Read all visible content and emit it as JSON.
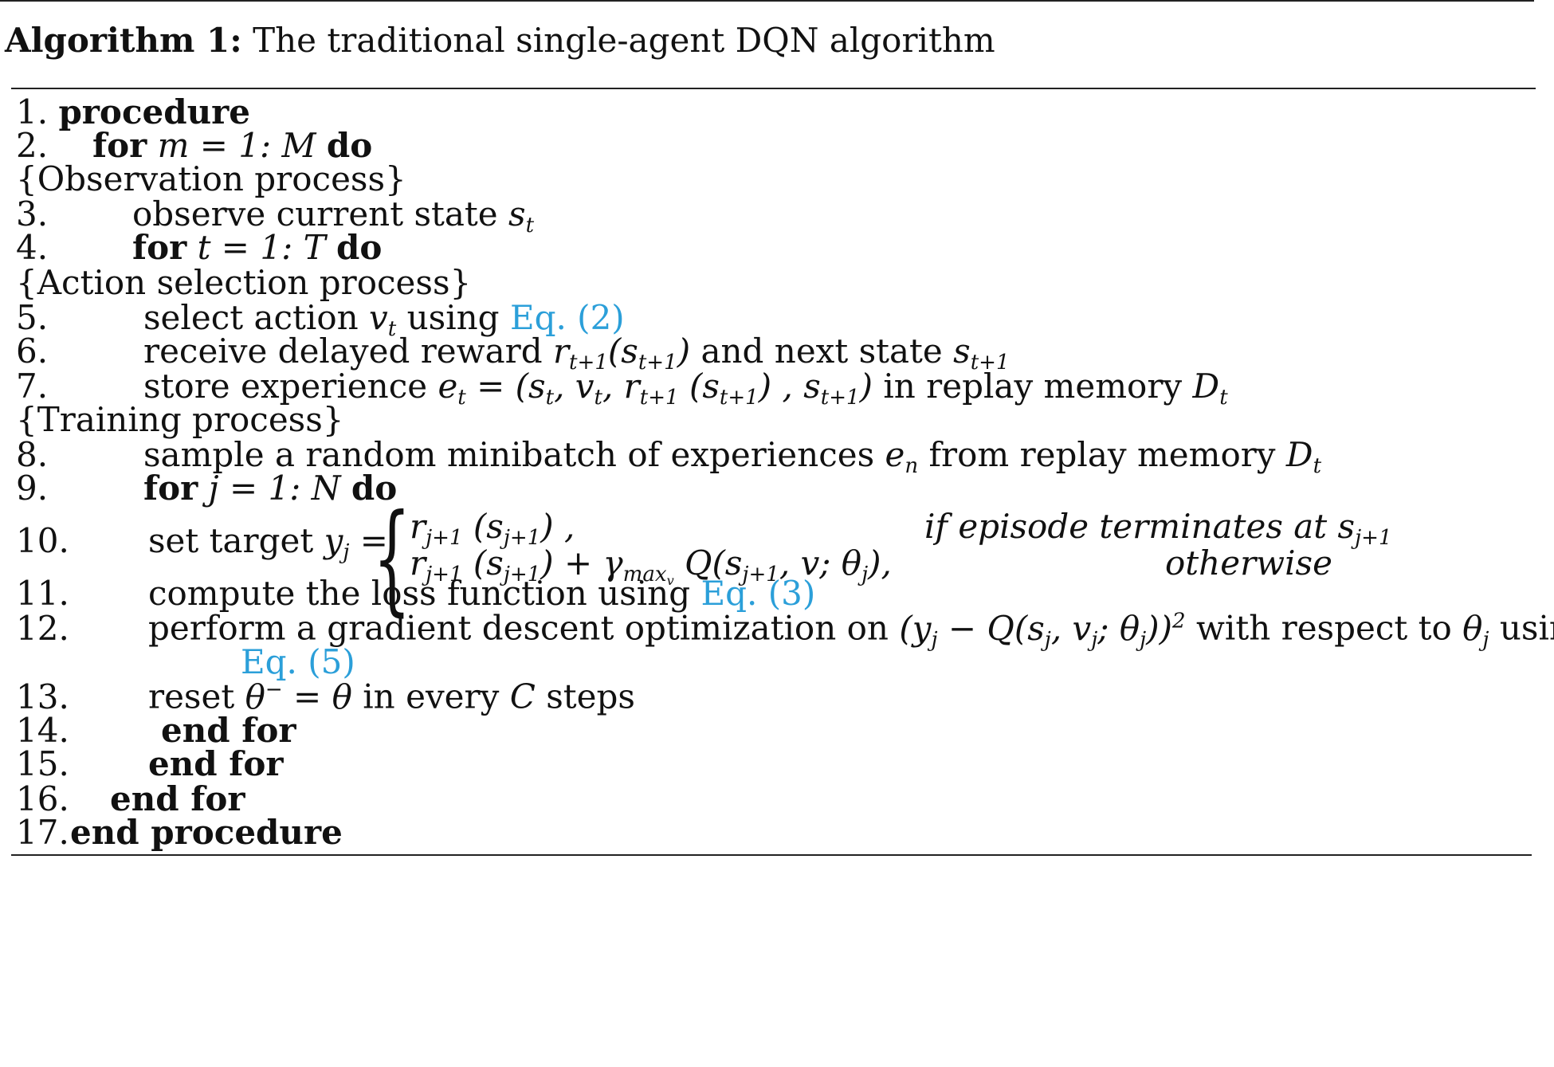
{
  "algorithm": {
    "title_label": "Algorithm 1:",
    "title_text": "The traditional single-agent DQN algorithm"
  },
  "lines": {
    "l1": {
      "num": "1.",
      "kw": "procedure"
    },
    "l2": {
      "num": "2.",
      "kw1": "for",
      "expr": "m = 1: M",
      "kw2": "do"
    },
    "c1": "{Observation process}",
    "l3": {
      "num": "3.",
      "text": "observe current state",
      "var": "s",
      "sub": "t"
    },
    "l4": {
      "num": "4.",
      "kw1": "for",
      "expr": "t = 1: T",
      "kw2": "do"
    },
    "c2": "{Action selection process}",
    "l5": {
      "num": "5.",
      "text": "select action",
      "var": "v",
      "sub": "t",
      "mid": "using",
      "link": "Eq. (2)"
    },
    "l6": {
      "num": "6.",
      "text": "receive delayed reward",
      "tail": "and next state"
    },
    "l7": {
      "num": "7.",
      "text": "store experience",
      "tail": "in replay memory"
    },
    "c3": "{Training process}",
    "l8": {
      "num": "8.",
      "text": "sample a random minibatch of experiences",
      "mid": "from replay memory"
    },
    "l9": {
      "num": "9.",
      "kw1": "for",
      "expr": "j = 1: N",
      "kw2": "do"
    },
    "l10": {
      "num": "10.",
      "text": "set target",
      "case1_cond": "if episode  terminates  at",
      "case2_cond": "otherwise"
    },
    "l11": {
      "num": "11.",
      "text": "compute the loss function using",
      "link": "Eq. (3)"
    },
    "l12": {
      "num": "12.",
      "text": "perform a gradient descent optimization on",
      "tail": "with respect to",
      "end": "using",
      "link": "Eq. (5)"
    },
    "l13": {
      "num": "13.",
      "text": "reset",
      "mid": "in every",
      "var": "C",
      "tail": "steps"
    },
    "l14": {
      "num": "14.",
      "kw": "end for"
    },
    "l15": {
      "num": "15.",
      "kw": "end for"
    },
    "l16": {
      "num": "16.",
      "kw": "end for"
    },
    "l17": {
      "num": "17.",
      "kw": "end procedure"
    }
  },
  "colors": {
    "link": "#2b9fd9",
    "rule": "#222222"
  }
}
